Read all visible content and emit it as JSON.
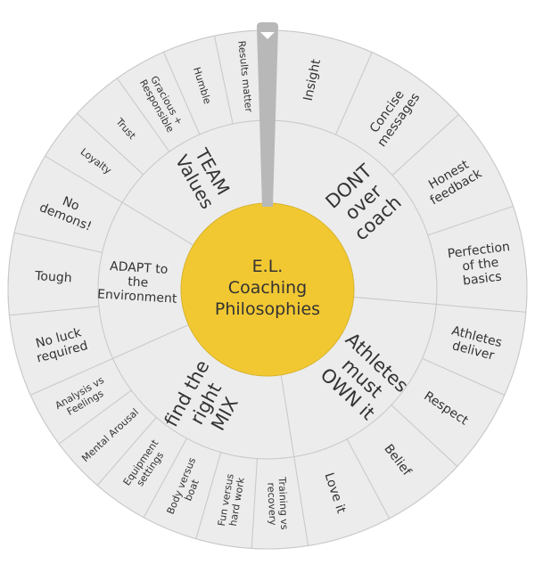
{
  "center": {
    "lines": [
      "E.L.",
      "Coaching",
      "Philosophies"
    ]
  },
  "colors": {
    "center": "#f2c832",
    "segment": "#ececec",
    "pointer": "#b8b8b8"
  },
  "pointer": {
    "icon": "triangle-down-icon"
  },
  "sections": [
    {
      "lines": [
        "DONT",
        "over",
        "coach"
      ],
      "items": [
        [
          "Insight"
        ],
        [
          "Concise",
          "messages"
        ],
        [
          "Honest",
          "feedback"
        ],
        [
          "Perfection",
          "of the",
          "basics"
        ]
      ]
    },
    {
      "lines": [
        "Athletes",
        "must",
        "OWN it"
      ],
      "items": [
        [
          "Athletes",
          "deliver"
        ],
        [
          "Respect"
        ],
        [
          "Belief"
        ],
        [
          "Love it"
        ]
      ]
    },
    {
      "lines": [
        "find the",
        "right",
        "MIX"
      ],
      "items": [
        [
          "Training vs",
          "recovery"
        ],
        [
          "Fun versus",
          "hard work"
        ],
        [
          "Body versus",
          "boat"
        ],
        [
          "Equipment",
          "settings"
        ],
        [
          "Mental Arousal"
        ],
        [
          "Analysis vs",
          "Feelings"
        ]
      ]
    },
    {
      "lines": [
        "ADAPT to",
        "the",
        "Environment"
      ],
      "items": [
        [
          "No luck",
          "required"
        ],
        [
          "Tough"
        ],
        [
          "No",
          "demons!"
        ]
      ]
    },
    {
      "lines": [
        "TEAM",
        "Values"
      ],
      "items": [
        [
          "Loyalty"
        ],
        [
          "Trust"
        ],
        [
          "Gracious +",
          "Responsible"
        ],
        [
          "Humble"
        ],
        [
          "Results matter"
        ]
      ]
    }
  ]
}
